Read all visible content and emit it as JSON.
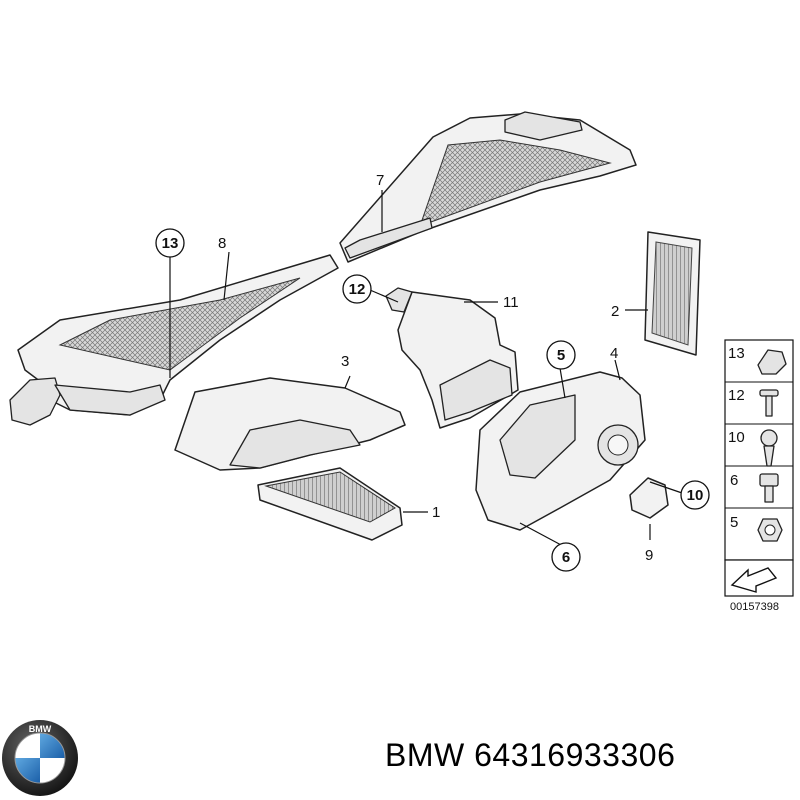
{
  "callouts": [
    {
      "id": "c1",
      "text": "1",
      "circled": false
    },
    {
      "id": "c2",
      "text": "2",
      "circled": false
    },
    {
      "id": "c3",
      "text": "3",
      "circled": false
    },
    {
      "id": "c4",
      "text": "4",
      "circled": false
    },
    {
      "id": "c5",
      "text": "5",
      "circled": true
    },
    {
      "id": "c6",
      "text": "6",
      "circled": true
    },
    {
      "id": "c7",
      "text": "7",
      "circled": false
    },
    {
      "id": "c8",
      "text": "8",
      "circled": false
    },
    {
      "id": "c9",
      "text": "9",
      "circled": false
    },
    {
      "id": "c10",
      "text": "10",
      "circled": true
    },
    {
      "id": "c11",
      "text": "11",
      "circled": false
    },
    {
      "id": "c12",
      "text": "12",
      "circled": true
    },
    {
      "id": "c13",
      "text": "13",
      "circled": true
    }
  ],
  "side_panel": [
    "13",
    "12",
    "10",
    "6",
    "5"
  ],
  "doc_number": "00157398",
  "brand_caption": "BMW 64316933306",
  "logo_text": "BMW"
}
